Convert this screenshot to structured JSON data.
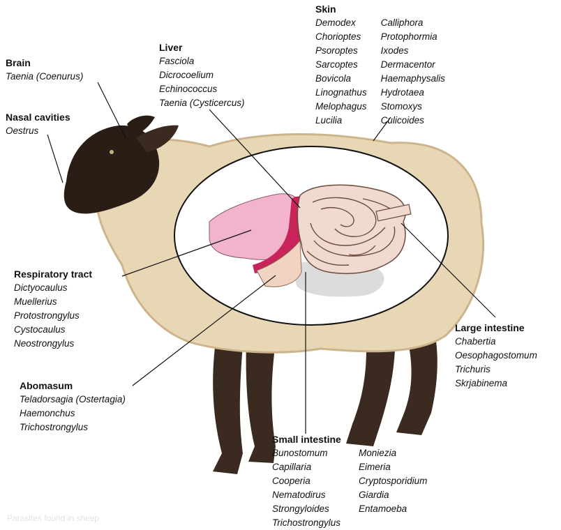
{
  "labels": {
    "brain": {
      "title": "Brain",
      "items": [
        "Taenia (Coenurus)"
      ]
    },
    "nasal": {
      "title": "Nasal cavities",
      "items": [
        "Oestrus"
      ]
    },
    "liver": {
      "title": "Liver",
      "items": [
        "Fasciola",
        "Dicrocoelium",
        "Echinococcus",
        "Taenia (Cysticercus)"
      ]
    },
    "skin": {
      "title": "Skin",
      "col1": [
        "Demodex",
        "Chorioptes",
        "Psoroptes",
        "Sarcoptes",
        "Bovicola",
        "Linognathus",
        "Melophagus",
        "Lucilia"
      ],
      "col2": [
        "Calliphora",
        "Protophormia",
        "Ixodes",
        "Dermacentor",
        "Haemaphysalis",
        "Hydrotaea",
        "Stomoxys",
        "Culicoides"
      ]
    },
    "respiratory": {
      "title": "Respiratory tract",
      "items": [
        "Dictyocaulus",
        "Muellerius",
        "Protostrongylus",
        "Cystocaulus",
        "Neostrongylus"
      ]
    },
    "abomasum": {
      "title": "Abomasum",
      "items": [
        "Teladorsagia (Ostertagia)",
        "Haemonchus",
        "Trichostrongylus"
      ]
    },
    "large_intestine": {
      "title": "Large intestine",
      "items": [
        "Chabertia",
        "Oesophagostomum",
        "Trichuris",
        "Skrjabinema"
      ]
    },
    "small_intestine": {
      "title": "Small intestine",
      "col1": [
        "Bunostomum",
        "Capillaria",
        "Cooperia",
        "Nematodirus",
        "Strongyloides",
        "Trichostrongylus"
      ],
      "col2": [
        "Moniezia",
        "Eimeria",
        "Cryptosporidium",
        "Giardia",
        "Entamoeba"
      ]
    }
  },
  "caption": "Parasites found in sheep",
  "colors": {
    "wool": "#e8d7b5",
    "wool_shadow": "#cdb48c",
    "head": "#2a1d15",
    "legs": "#3a2a20",
    "lung": "#f2b3cd",
    "liver": "#c8245a",
    "intestine": "#f0d9cf",
    "abomasum": "#f1d3c2",
    "rumen": "#dcdcdc",
    "oval": "#ffffff"
  }
}
